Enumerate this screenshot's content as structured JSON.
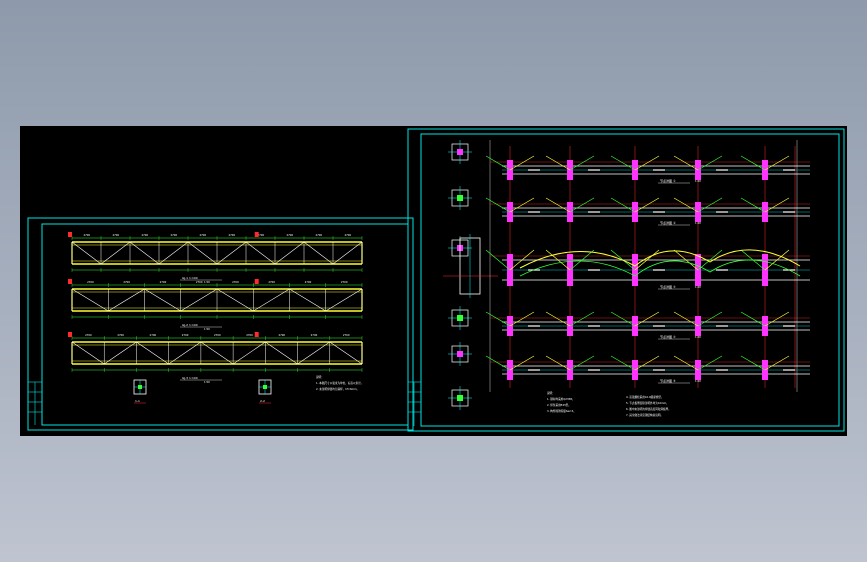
{
  "app": {
    "background": "#8e9aab",
    "canvas_color": "#000000"
  },
  "colors": {
    "frame": "#00e5e5",
    "truss": "#ffff33",
    "member": "#ffffff",
    "dimension": "#33ff33",
    "red": "#ff2a2a",
    "magenta": "#ff33ff",
    "cyan": "#00ffff"
  },
  "left_sheet": {
    "elevations": [
      {
        "label": "GJ-1 1:100",
        "scale": "1:50",
        "panels": 10
      },
      {
        "label": "GJ-2 1:100",
        "scale": "1:50",
        "panels": 8
      },
      {
        "label": "GJ-3 1:100",
        "scale": "1:50",
        "panels": 9
      }
    ],
    "section_labels": [
      "1-1",
      "2-2"
    ],
    "notes": [
      "说明：",
      "1. 本图尺寸以毫米为单位，标高以米计。",
      "2. 未注明焊缝均为满焊，hf=6mm。"
    ]
  },
  "right_sheet": {
    "details": [
      {
        "label": "节点详图 ①"
      },
      {
        "label": "节点详图 ②"
      },
      {
        "label": "节点详图 ③"
      },
      {
        "label": "节点详图 ④"
      },
      {
        "label": "节点详图 ⑤"
      }
    ],
    "notes_left": [
      "说明：",
      "1. 钢材均采用Q235B。",
      "2. 焊条采用E43型。",
      "3. 构件除锈等级Sa2.5。"
    ],
    "notes_right": [
      "4. 高强螺栓采用10.9级摩擦型。",
      "5. 节点板厚度除注明外均为10mm。",
      "6. 图中未注明的焊缝高度同较薄板厚。",
      "7. 其余做法详见钢结构总说明。"
    ]
  }
}
